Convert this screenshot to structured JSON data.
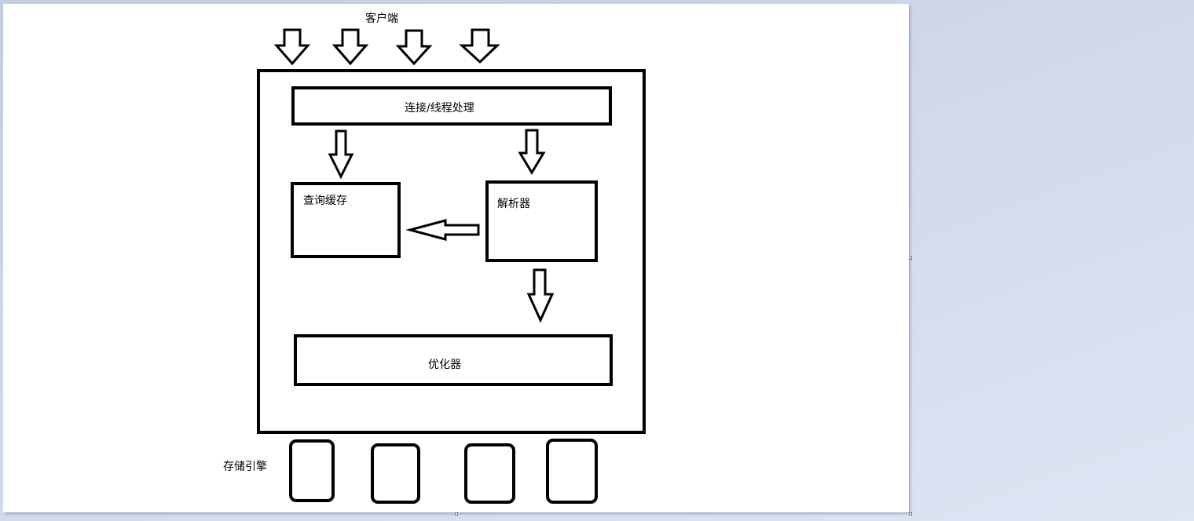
{
  "diagram": {
    "client_label": "客户端",
    "connection_label": "连接/线程处理",
    "query_cache_label": "查询缓存",
    "parser_label": "解析器",
    "optimizer_label": "优化器",
    "storage_engine_label": "存储引擎"
  }
}
